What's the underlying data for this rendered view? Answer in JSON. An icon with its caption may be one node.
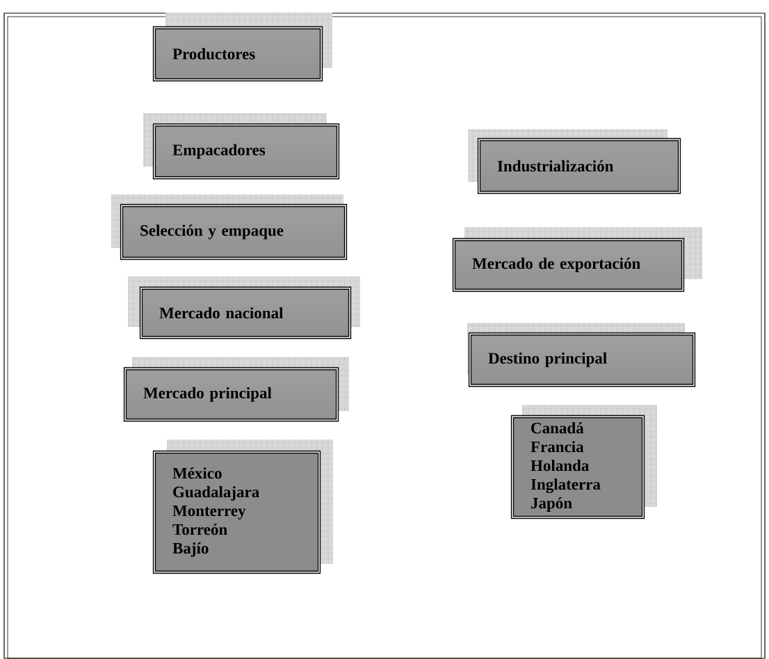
{
  "diagram": {
    "nodes": [
      {
        "text": [
          "Productores"
        ]
      },
      {
        "text": [
          "Empacadores"
        ]
      },
      {
        "text": [
          "Selección y empaque"
        ]
      },
      {
        "text": [
          "Mercado nacional"
        ]
      },
      {
        "text": [
          "Mercado principal"
        ]
      },
      {
        "text": [
          "México",
          "Guadalajara",
          "Monterrey",
          "Torreón",
          "Bajío"
        ]
      },
      {
        "text": [
          "Industrialización"
        ]
      },
      {
        "text": [
          "Mercado de exportación"
        ]
      },
      {
        "text": [
          "Destino principal"
        ]
      },
      {
        "text": [
          "Canadá",
          "Francia",
          "Holanda",
          "Inglaterra",
          "Japón"
        ]
      }
    ]
  }
}
